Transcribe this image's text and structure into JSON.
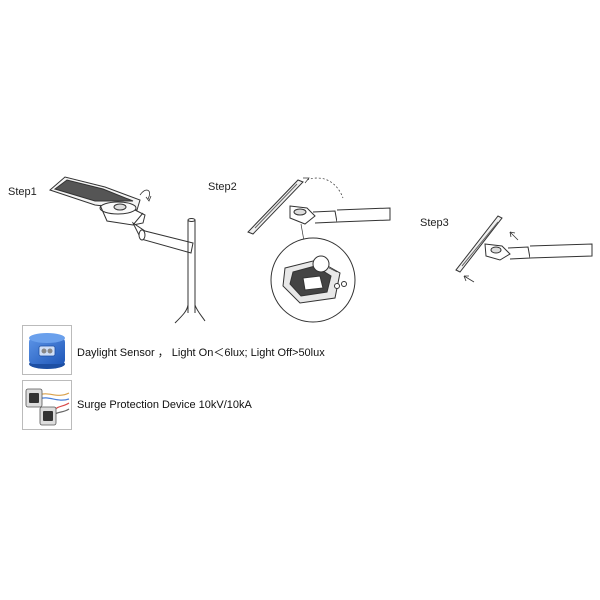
{
  "steps": [
    {
      "label": "Step1"
    },
    {
      "label": "Step2"
    },
    {
      "label": "Step3"
    }
  ],
  "accessories": [
    {
      "icon": "daylight-sensor-icon",
      "text": "Daylight Sensor ， Light On＜6lux; Light Off>50lux"
    },
    {
      "icon": "surge-protector-icon",
      "text": "Surge Protection Device 10kV/10kA"
    }
  ],
  "colors": {
    "line": "#333333",
    "sensor_blue": "#2f6fcf",
    "box_border": "#bbbbbb"
  }
}
